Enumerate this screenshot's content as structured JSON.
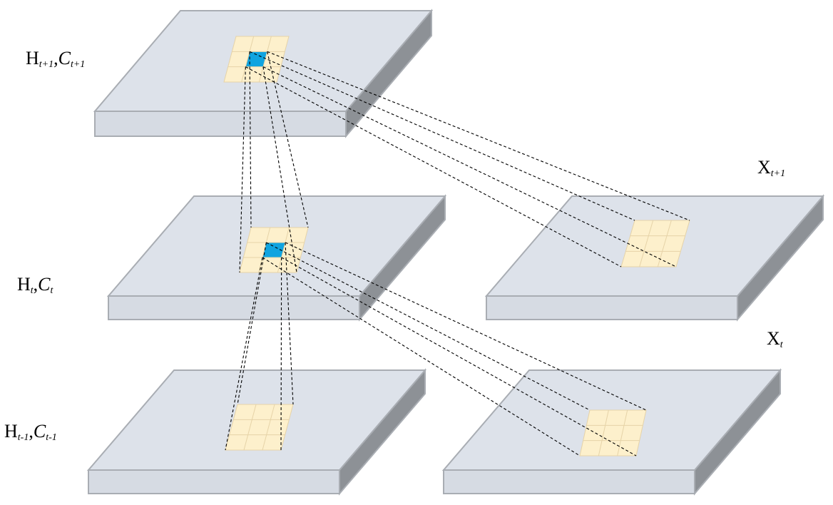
{
  "diagram": {
    "title": "ConvLSTM receptive field diagram",
    "colors": {
      "slab_top": "#dde2ea",
      "slab_front": "#d6dbe3",
      "slab_side": "#8d9196",
      "slab_edge": "#a9adb3",
      "patch": "#fdf0cc",
      "patch_grid": "#e6d3a8",
      "center_cell": "#10a4e0",
      "lines": "#000000"
    },
    "labels": {
      "h_t_plus_1": {
        "base1": "H",
        "sub1": "t+1",
        "sep": ",",
        "base2": "C",
        "sub2": "t+1"
      },
      "h_t": {
        "base1": "H",
        "sub1": "t",
        "sep": ",",
        "base2": "C",
        "sub2": "t"
      },
      "h_t_minus_1": {
        "base1": "H",
        "sub1": "t-1",
        "sep": ",",
        "base2": "C",
        "sub2": "t-1"
      },
      "x_t_plus_1": {
        "base": "X",
        "sub": "t+1"
      },
      "x_t": {
        "base": "X",
        "sub": "t"
      }
    },
    "kernel_grid": {
      "rows": 3,
      "cols": 3
    }
  }
}
